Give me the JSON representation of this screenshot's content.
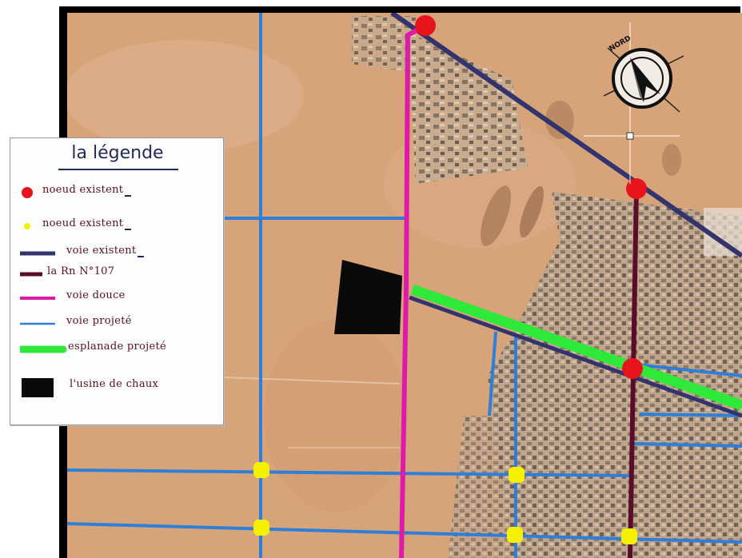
{
  "legend": {
    "title": "la légende",
    "items": [
      {
        "label": "noeud existent",
        "symbol": "dot",
        "color": "#e8141b"
      },
      {
        "label": "noeud existent",
        "symbol": "dot-small",
        "color": "#f5f000"
      },
      {
        "label": "voie existent",
        "symbol": "line",
        "color": "#33336e"
      },
      {
        "label": "la Rn N°107",
        "symbol": "line",
        "color": "#5a0d2a"
      },
      {
        "label": "voie douce",
        "symbol": "line",
        "color": "#e01aa8"
      },
      {
        "label": "voie projeté",
        "symbol": "line-thin",
        "color": "#2f7fd8"
      },
      {
        "label": "esplanade projeté",
        "symbol": "line-thick",
        "color": "#2ee83a"
      },
      {
        "label": "l'usine de chaux",
        "symbol": "square",
        "color": "#0a0a0a"
      }
    ]
  },
  "compass": {
    "label": "NORD",
    "icon": "north-arrow-icon"
  },
  "colors": {
    "terrain": "#d9a47a",
    "terrain_dark": "#c78c62",
    "urban": "#b8a48e",
    "road_existing": "#33336e",
    "road_rn107": "#5a0d2a",
    "road_soft": "#e01aa8",
    "road_projected": "#2f7fd8",
    "esplanade": "#2ee83a",
    "node_existing": "#e8141b",
    "node_projected": "#f5f000",
    "factory": "#0a0a0a"
  }
}
